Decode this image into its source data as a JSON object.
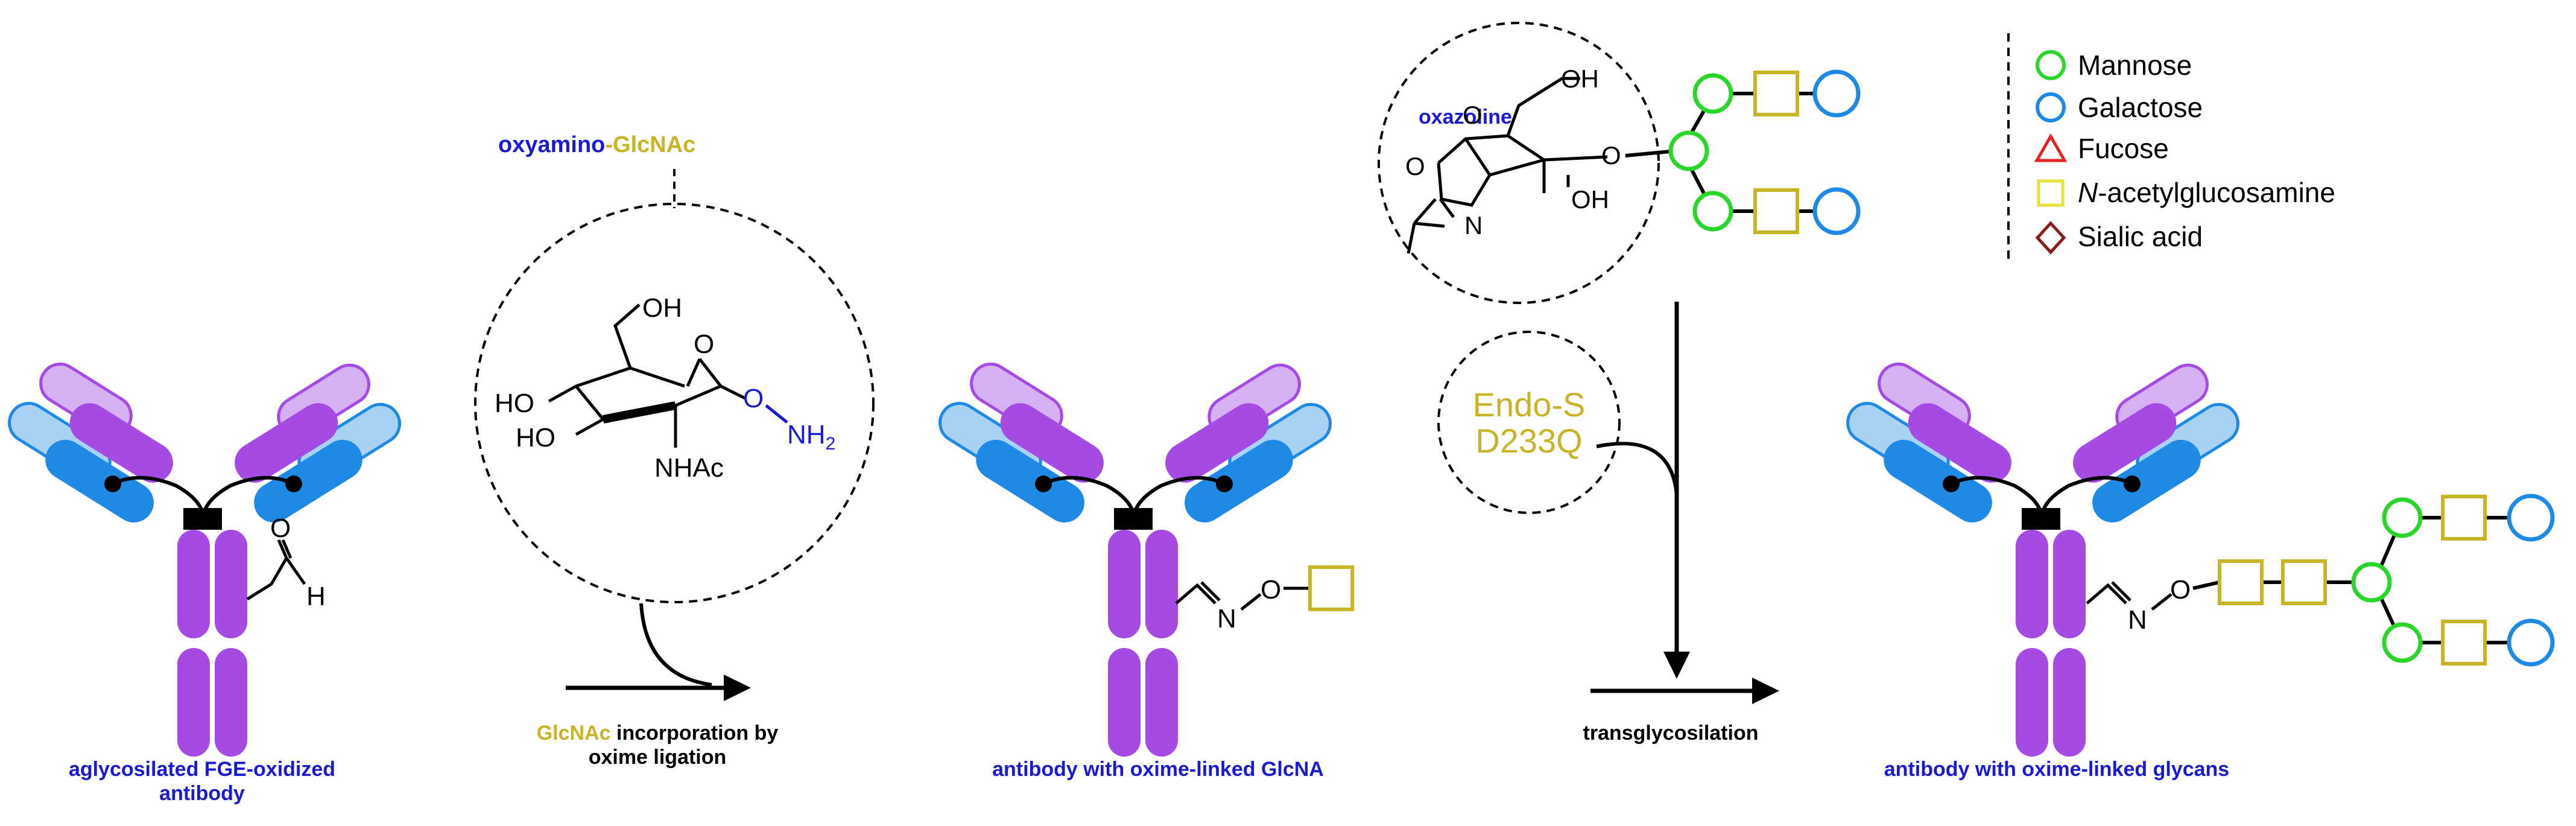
{
  "colors": {
    "light_chain_blue": "#1f8ae6",
    "light_chain_light_blue": "#a9d2f2",
    "heavy_chain_purple": "#a54ae2",
    "heavy_chain_light_purple": "#d5b0f2",
    "mannose": "#2ad62a",
    "galactose": "#1f8ae6",
    "fucose": "#e62020",
    "glcnac": "#c9b327",
    "sialic_acid": "#8b1a1a",
    "caption_blue": "#1a1ad4"
  },
  "legend": {
    "items": [
      {
        "label": "Mannose",
        "icon": "mannose-circle-icon"
      },
      {
        "label": "Galactose",
        "icon": "galactose-circle-icon"
      },
      {
        "label": "Fucose",
        "icon": "fucose-triangle-icon"
      },
      {
        "label_italic": "N",
        "label": "-acetylglucosamine",
        "icon": "glcnac-square-icon"
      },
      {
        "label": "Sialic acid",
        "icon": "sialic-acid-diamond-icon"
      }
    ]
  },
  "captions": {
    "antibody1_line1": "aglycosilated FGE-oxidized",
    "antibody1_line2": "antibody",
    "step1_prefix": "GlcNAc",
    "step1_line1_rest": " incorporation by",
    "step1_line2": "oxime ligation",
    "antibody2": "antibody with oxime-linked GlcNA",
    "step2": "transglycosilation",
    "antibody3": "antibody with oxime-linked glycans"
  },
  "reagent1": {
    "label_part1": "oxyamino",
    "label_sep": "-",
    "label_part2": "GlcNAc",
    "atoms": {
      "oh_top": "OH",
      "ho_left": "HO",
      "ho_lower": "HO",
      "ring_o": "O",
      "o_link": "O",
      "nh2": "NH",
      "nh2_sub": "2",
      "nhac": "NHAc"
    }
  },
  "reagent2": {
    "label": "oxazoline",
    "atoms": {
      "oh_top": "OH",
      "ring_o": "O",
      "o_link": "O",
      "oh_lower": "OH",
      "n": "N"
    }
  },
  "enzyme": {
    "line1": "Endo-S",
    "line2": "D233Q"
  },
  "aldehyde": {
    "o": "O",
    "h": "H"
  },
  "oxime": {
    "n": "N",
    "o": "O"
  }
}
